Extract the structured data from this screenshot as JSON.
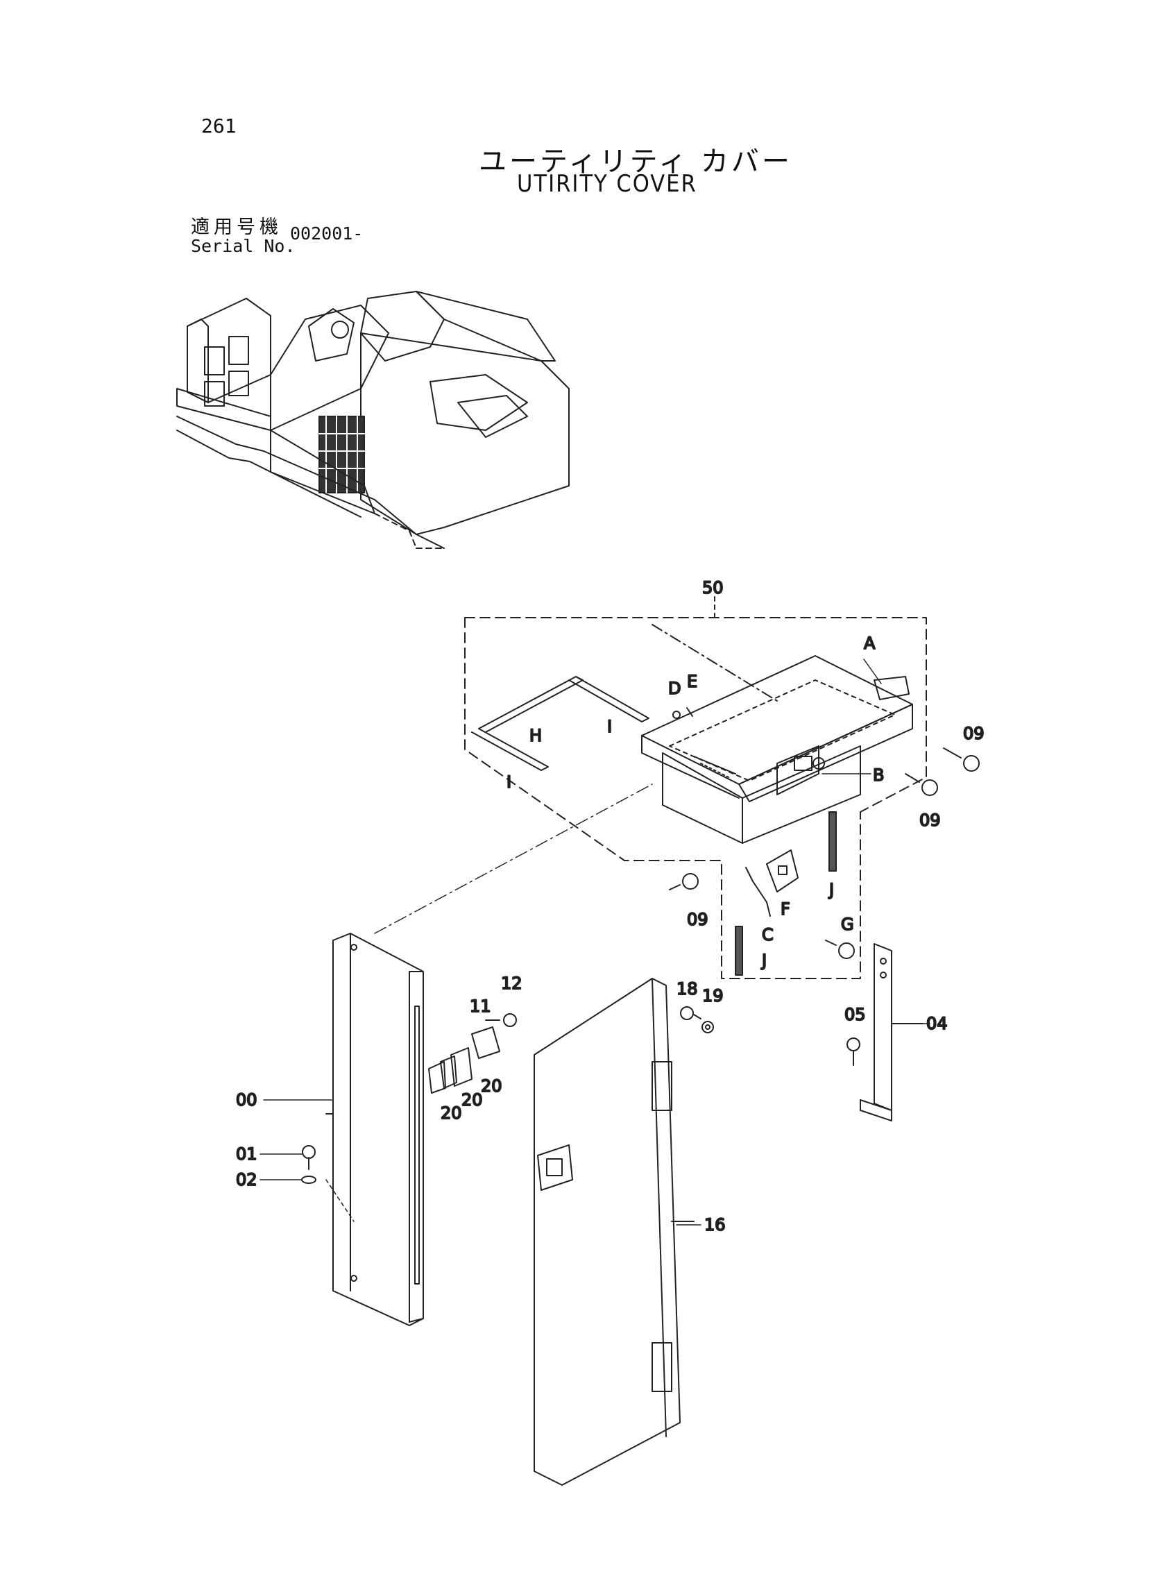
{
  "page": {
    "number": "261",
    "title_ja": "ユーティリティ カバー",
    "title_en": "UTIRITY COVER",
    "serial_label_ja": "適用号機",
    "serial_label_en": "Serial No.",
    "serial_value": "002001-"
  },
  "callouts": {
    "c50": "50",
    "cA": "A",
    "cB": "B",
    "cC": "C",
    "cD": "D",
    "cE": "E",
    "cF": "F",
    "cG": "G",
    "cH": "H",
    "cI1": "I",
    "cI2": "I",
    "cJ1": "J",
    "cJ2": "J",
    "c09a": "09",
    "c09b": "09",
    "c09c": "09",
    "c04": "04",
    "c05": "05",
    "c00": "00",
    "c01": "01",
    "c02": "02",
    "c11": "11",
    "c12": "12",
    "c16": "16",
    "c18": "18",
    "c19": "19",
    "c20a": "20",
    "c20b": "20",
    "c20c": "20"
  }
}
